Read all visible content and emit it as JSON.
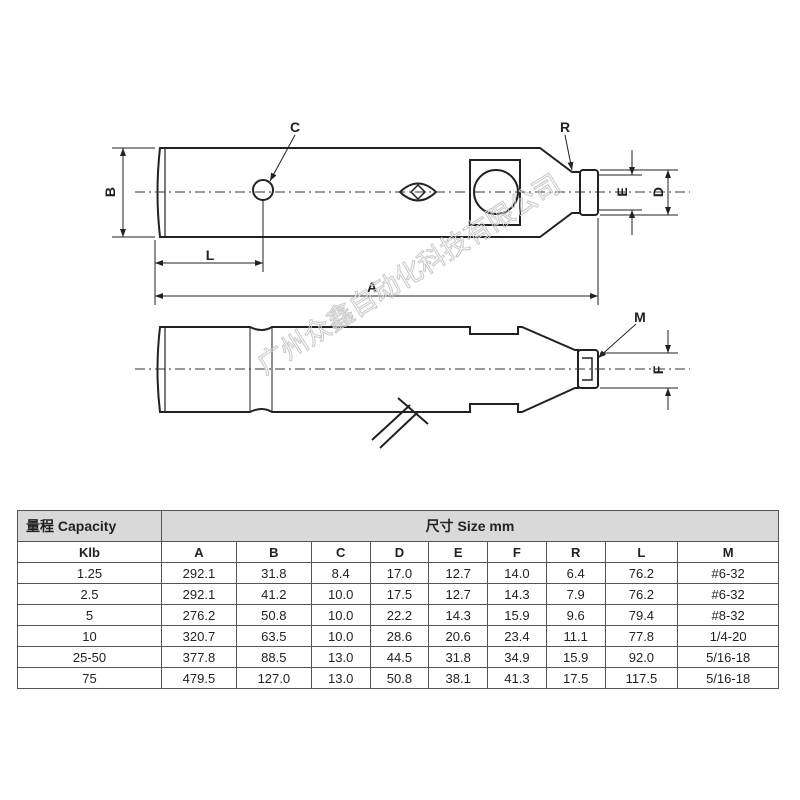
{
  "drawing": {
    "labels": {
      "A": "A",
      "B": "B",
      "C": "C",
      "D": "D",
      "E": "E",
      "F": "F",
      "R": "R",
      "L": "L",
      "M": "M"
    },
    "watermark": "广州众鑫自动化科技有限公司"
  },
  "table": {
    "capacity_header": "量程 Capacity",
    "size_header": "尺寸 Size mm",
    "unit": "Klb",
    "columns": [
      "A",
      "B",
      "C",
      "D",
      "E",
      "F",
      "R",
      "L",
      "M"
    ],
    "rows": [
      {
        "cap": "1.25",
        "v": [
          "292.1",
          "31.8",
          "8.4",
          "17.0",
          "12.7",
          "14.0",
          "6.4",
          "76.2",
          "#6-32"
        ]
      },
      {
        "cap": "2.5",
        "v": [
          "292.1",
          "41.2",
          "10.0",
          "17.5",
          "12.7",
          "14.3",
          "7.9",
          "76.2",
          "#6-32"
        ]
      },
      {
        "cap": "5",
        "v": [
          "276.2",
          "50.8",
          "10.0",
          "22.2",
          "14.3",
          "15.9",
          "9.6",
          "79.4",
          "#8-32"
        ]
      },
      {
        "cap": "10",
        "v": [
          "320.7",
          "63.5",
          "10.0",
          "28.6",
          "20.6",
          "23.4",
          "11.1",
          "77.8",
          "1/4-20"
        ]
      },
      {
        "cap": "25-50",
        "v": [
          "377.8",
          "88.5",
          "13.0",
          "44.5",
          "31.8",
          "34.9",
          "15.9",
          "92.0",
          "5/16-18"
        ]
      },
      {
        "cap": "75",
        "v": [
          "479.5",
          "127.0",
          "13.0",
          "50.8",
          "38.1",
          "41.3",
          "17.5",
          "117.5",
          "5/16-18"
        ]
      }
    ]
  }
}
